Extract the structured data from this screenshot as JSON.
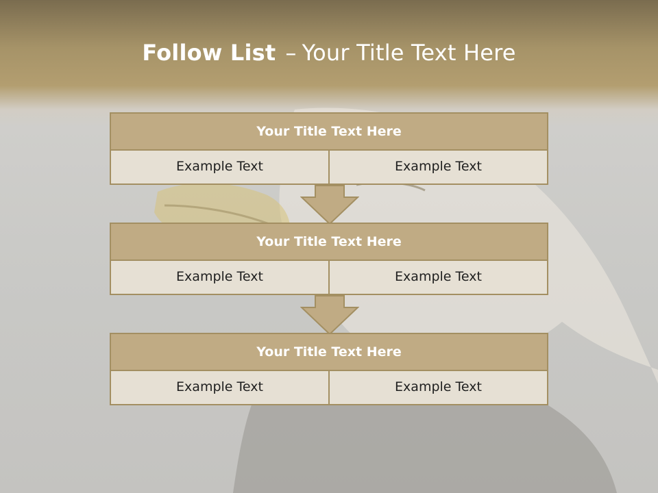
{
  "slide": {
    "title_bold": "Follow List",
    "title_sep": "–",
    "title_rest": "Your Title Text Here"
  },
  "steps": [
    {
      "title": "Your Title Text Here",
      "left": "Example Text",
      "right": "Example Text"
    },
    {
      "title": "Your Title Text Here",
      "left": "Example Text",
      "right": "Example Text"
    },
    {
      "title": "Your Title Text Here",
      "left": "Example Text",
      "right": "Example Text"
    }
  ],
  "colors": {
    "header_band": "#a69368",
    "block_title_fill": "#c0ab84",
    "block_border": "#a38f62",
    "cell_fill": "#e6e0d4",
    "arrow_fill": "#c0ab84"
  },
  "icons": {
    "connector": "down-arrow-icon",
    "background": "bald-eagle-image"
  }
}
